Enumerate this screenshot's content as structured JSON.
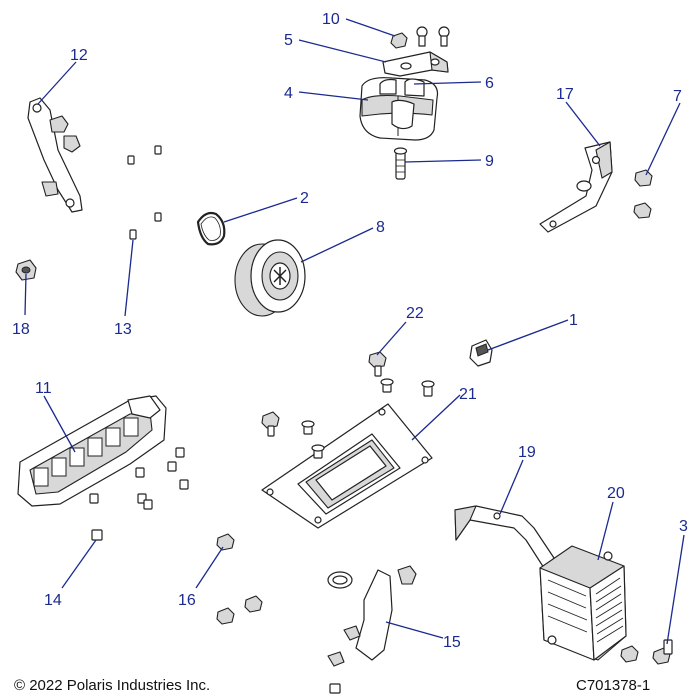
{
  "footer": {
    "copyright": "© 2022 Polaris Industries Inc.",
    "figure_id": "C701378-1"
  },
  "callouts": [
    "1",
    "2",
    "3",
    "4",
    "5",
    "6",
    "7",
    "8",
    "9",
    "10",
    "11",
    "12",
    "13",
    "14",
    "15",
    "16",
    "17",
    "18",
    "19",
    "20",
    "21",
    "22"
  ],
  "colors": {
    "callout": "#1b2a8f",
    "line": "#222222"
  }
}
